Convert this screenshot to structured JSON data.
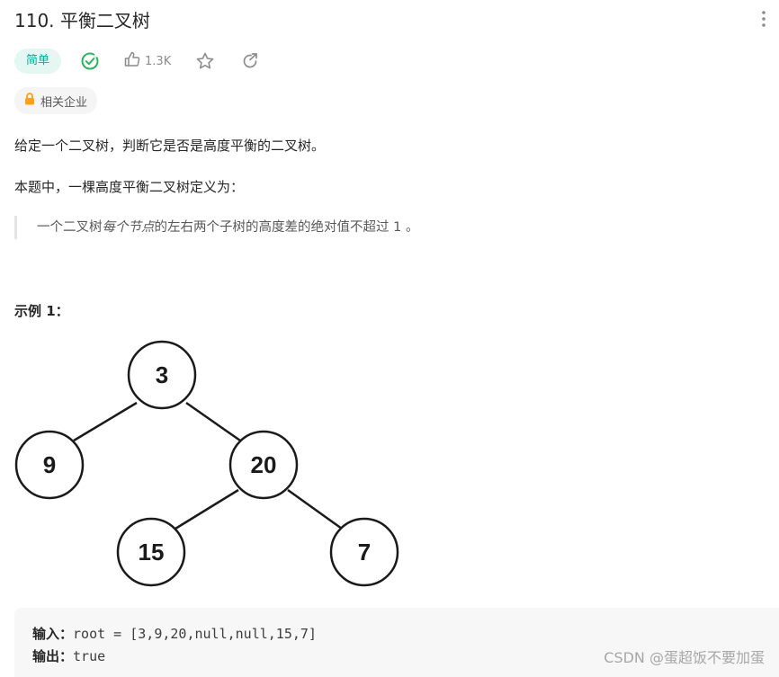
{
  "problem": {
    "title": "110. 平衡二叉树",
    "difficulty": "简单",
    "likes": "1.3K",
    "company_tag": "相关企业"
  },
  "description": {
    "para1": "给定一个二叉树，判断它是否是高度平衡的二叉树。",
    "para2": "本题中，一棵高度平衡二叉树定义为：",
    "quote_before": "一个二叉树",
    "quote_italic": "每个节点",
    "quote_after": "的左右两个子树的高度差的绝对值不超过 1 。"
  },
  "example": {
    "title": "示例 1：",
    "tree": {
      "nodes": [
        "3",
        "9",
        "20",
        "15",
        "7"
      ]
    },
    "input_label": "输入：",
    "input_value": "root = [3,9,20,null,null,15,7]",
    "output_label": "输出：",
    "output_value": "true"
  },
  "watermark": "CSDN @蛋超饭不要加蛋",
  "colors": {
    "easy_text": "#00af9b",
    "easy_bg": "#e4f7f2",
    "lock": "#ffa116",
    "solved_check": "#2db55d"
  }
}
